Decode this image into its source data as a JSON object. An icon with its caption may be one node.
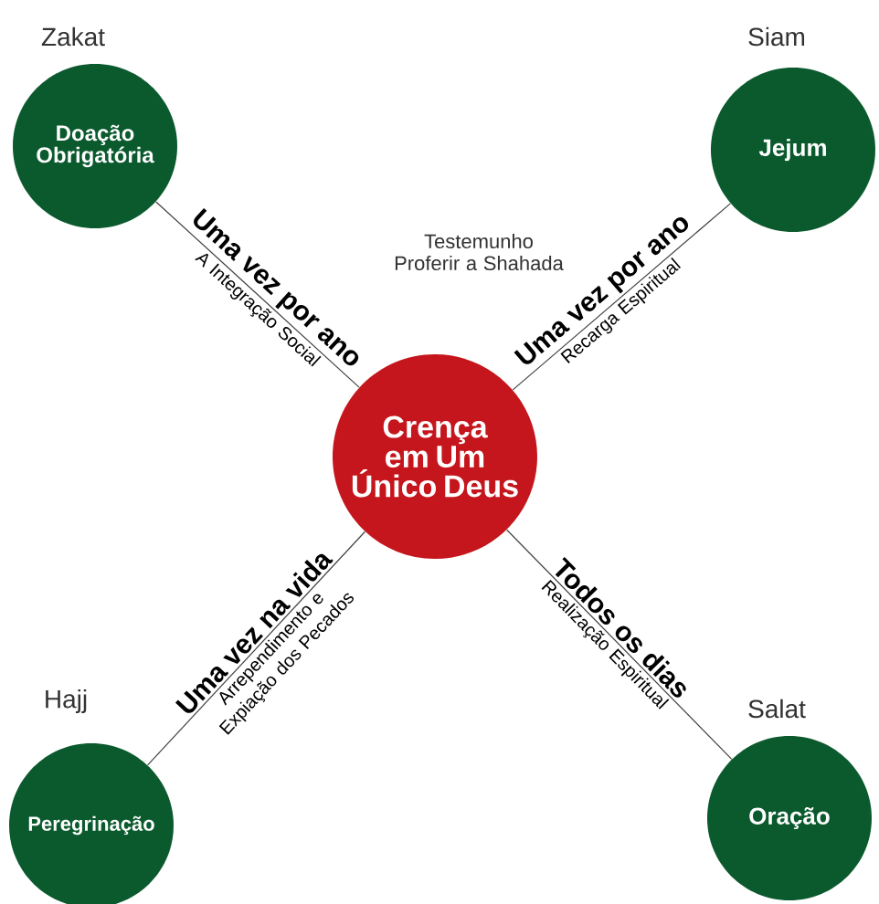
{
  "diagram": {
    "nodes": [
      {
        "text": [
          "Doação Obrigatória"
        ],
        "beside": [
          "Zakat"
        ]
      },
      {
        "text": [
          "Jejum"
        ],
        "beside": [
          "Siam"
        ]
      },
      {
        "text": [
          "Crença em Um Único Deus"
        ]
      },
      {
        "text": [
          "Peregrinação"
        ],
        "beside": [
          "Hajj"
        ]
      },
      {
        "text": [
          "Oração"
        ],
        "beside": [
          "Salat"
        ]
      }
    ],
    "edges": [
      {
        "from": 2,
        "to": 0,
        "arrow": "none",
        "label": "Uma vez por ano"
      },
      {
        "from": 2,
        "to": 1,
        "arrow": "none",
        "label": "Uma vez por ano"
      },
      {
        "from": 2,
        "to": 3,
        "arrow": "none",
        "label": "Uma vez na vida"
      },
      {
        "from": 2,
        "to": 4,
        "arrow": "none",
        "label": "Todos os dias"
      }
    ],
    "labels": [
      "A Integração Social",
      "Recarga Espiritual",
      "Arrependimento e Expiação dos Pecados",
      "Realização Espiritual",
      "Testemunho Proferir a Shahada"
    ]
  }
}
